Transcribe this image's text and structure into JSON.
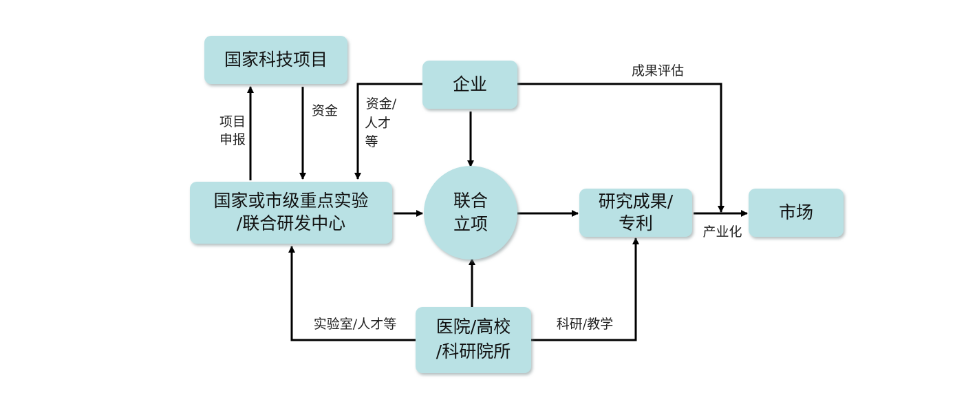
{
  "nodes": {
    "national_project": "国家科技项目",
    "enterprise": "企业",
    "lab_center": [
      "国家或市级重点实验",
      "/联合研发中心"
    ],
    "joint_project": [
      "联合",
      "立项"
    ],
    "results_patent": [
      "研究成果/",
      "专利"
    ],
    "market": "市场",
    "institutions": [
      "医院/高校",
      "/科研院所"
    ]
  },
  "edges": {
    "project_application": [
      "项目",
      "申报"
    ],
    "funding": "资金",
    "funding_talent": [
      "资金/",
      "人才",
      "等"
    ],
    "results_evaluation": "成果评估",
    "industrialization": "产业化",
    "lab_talent": "实验室/人才等",
    "research_teaching": "科研/教学"
  }
}
